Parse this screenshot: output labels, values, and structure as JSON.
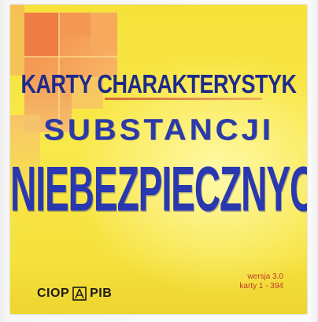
{
  "cover": {
    "line1": "KARTY CHARAKTERYSTYK",
    "line2": "SUBSTANCJI",
    "line3": "NIEBEZPIECZNYCH",
    "version_line1": "wersja 3.0",
    "version_line2": "karty 1 - 394",
    "logo_left": "CIOP",
    "logo_right": "PIB"
  },
  "colors": {
    "title_blue": "#2a38b0",
    "background_yellow": "#f7e23a",
    "accent_orange": "#f08a4a",
    "version_red": "#c0392b"
  }
}
